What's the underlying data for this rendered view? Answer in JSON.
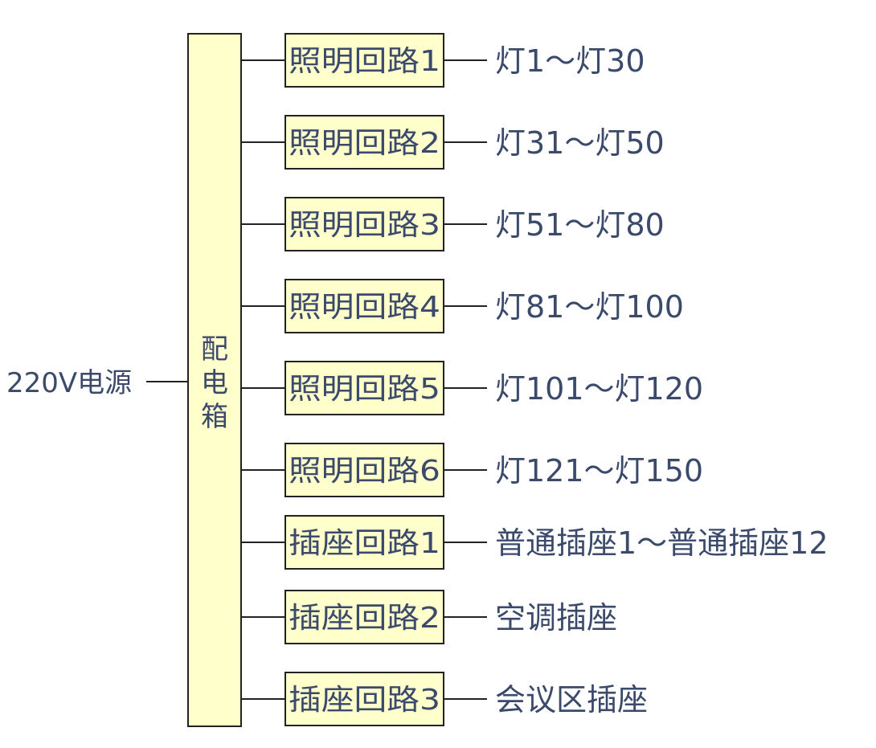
{
  "source_label": "220V电源",
  "distribution_box_label": "配电箱",
  "circuits": [
    {
      "name": "照明回路1",
      "load": "灯1～灯30"
    },
    {
      "name": "照明回路2",
      "load": "灯31～灯50"
    },
    {
      "name": "照明回路3",
      "load": "灯51～灯80"
    },
    {
      "name": "照明回路4",
      "load": "灯81～灯100"
    },
    {
      "name": "照明回路5",
      "load": "灯101～灯120"
    },
    {
      "name": "照明回路6",
      "load": "灯121～灯150"
    },
    {
      "name": "插座回路1",
      "load": "普通插座1～普通插座12"
    },
    {
      "name": "插座回路2",
      "load": "空调插座"
    },
    {
      "name": "插座回路3",
      "load": "会议区插座"
    }
  ],
  "colors": {
    "box_fill": "#ffffcc",
    "line": "#222222",
    "text": "#3b4a6b"
  }
}
